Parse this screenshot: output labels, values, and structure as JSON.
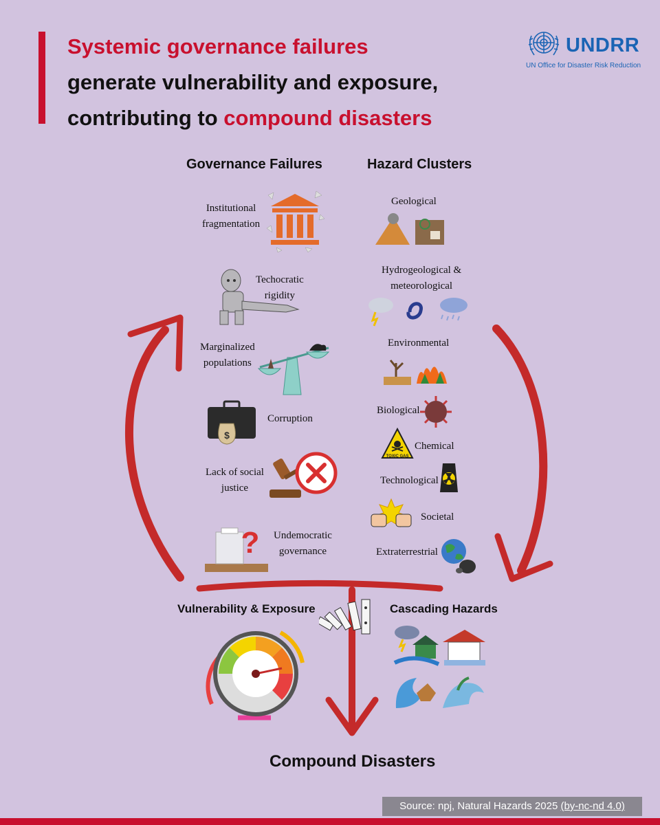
{
  "title": {
    "line1": "Systemic governance failures",
    "line2": "generate vulnerability and exposure,",
    "line3_prefix": "contributing to ",
    "line3_highlight": "compound disasters"
  },
  "logo": {
    "name": "UNDRR",
    "subtitle": "UN Office for Disaster Risk Reduction",
    "icon": "un-emblem-icon"
  },
  "governance": {
    "heading": "Governance Failures",
    "items": [
      {
        "line1": "Institutional",
        "line2": "fragmentation",
        "icon": "broken-institution-icon"
      },
      {
        "line1": "Techocratic",
        "line2": "rigidity",
        "icon": "robot-icon"
      },
      {
        "line1": "Marginalized",
        "line2": "populations",
        "icon": "balance-scale-icon"
      },
      {
        "line1": "Corruption",
        "line2": "",
        "icon": "briefcase-money-icon"
      },
      {
        "line1": "Lack of social",
        "line2": "justice",
        "icon": "gavel-prohibited-icon"
      },
      {
        "line1": "Undemocratic",
        "line2": "governance",
        "icon": "ballot-box-question-icon"
      }
    ]
  },
  "hazards": {
    "heading": "Hazard Clusters",
    "items": [
      {
        "line1": "Geological",
        "line2": "",
        "icon": "volcano-landslide-icon"
      },
      {
        "line1": "Hydrogeological &",
        "line2": "meteorological",
        "icon": "storm-cyclone-icon"
      },
      {
        "line1": "Environmental",
        "line2": "",
        "icon": "drought-wildfire-icon"
      },
      {
        "line1": "Biological",
        "line2": "",
        "icon": "virus-icon"
      },
      {
        "line1": "Chemical",
        "line2": "",
        "icon": "toxic-gas-sign-icon"
      },
      {
        "line1": "Technological",
        "line2": "",
        "icon": "radiation-icon"
      },
      {
        "line1": "Societal",
        "line2": "",
        "icon": "conflict-fists-icon"
      },
      {
        "line1": "Extraterrestrial",
        "line2": "",
        "icon": "meteor-earth-icon"
      }
    ],
    "toxic_sign_text": "TOXIC GAS"
  },
  "outputs": {
    "vulnerability": "Vulnerability & Exposure",
    "cascading": "Cascading Hazards",
    "compound": "Compound Disasters"
  },
  "colors": {
    "background": "#d2c3df",
    "accent_red": "#c8102e",
    "arrow_red": "#c42a2a",
    "undrr_blue": "#1a64b4"
  },
  "source": {
    "text": "Source: npj, Natural Hazards 2025 ",
    "license": "(by-nc-nd 4.0)"
  }
}
